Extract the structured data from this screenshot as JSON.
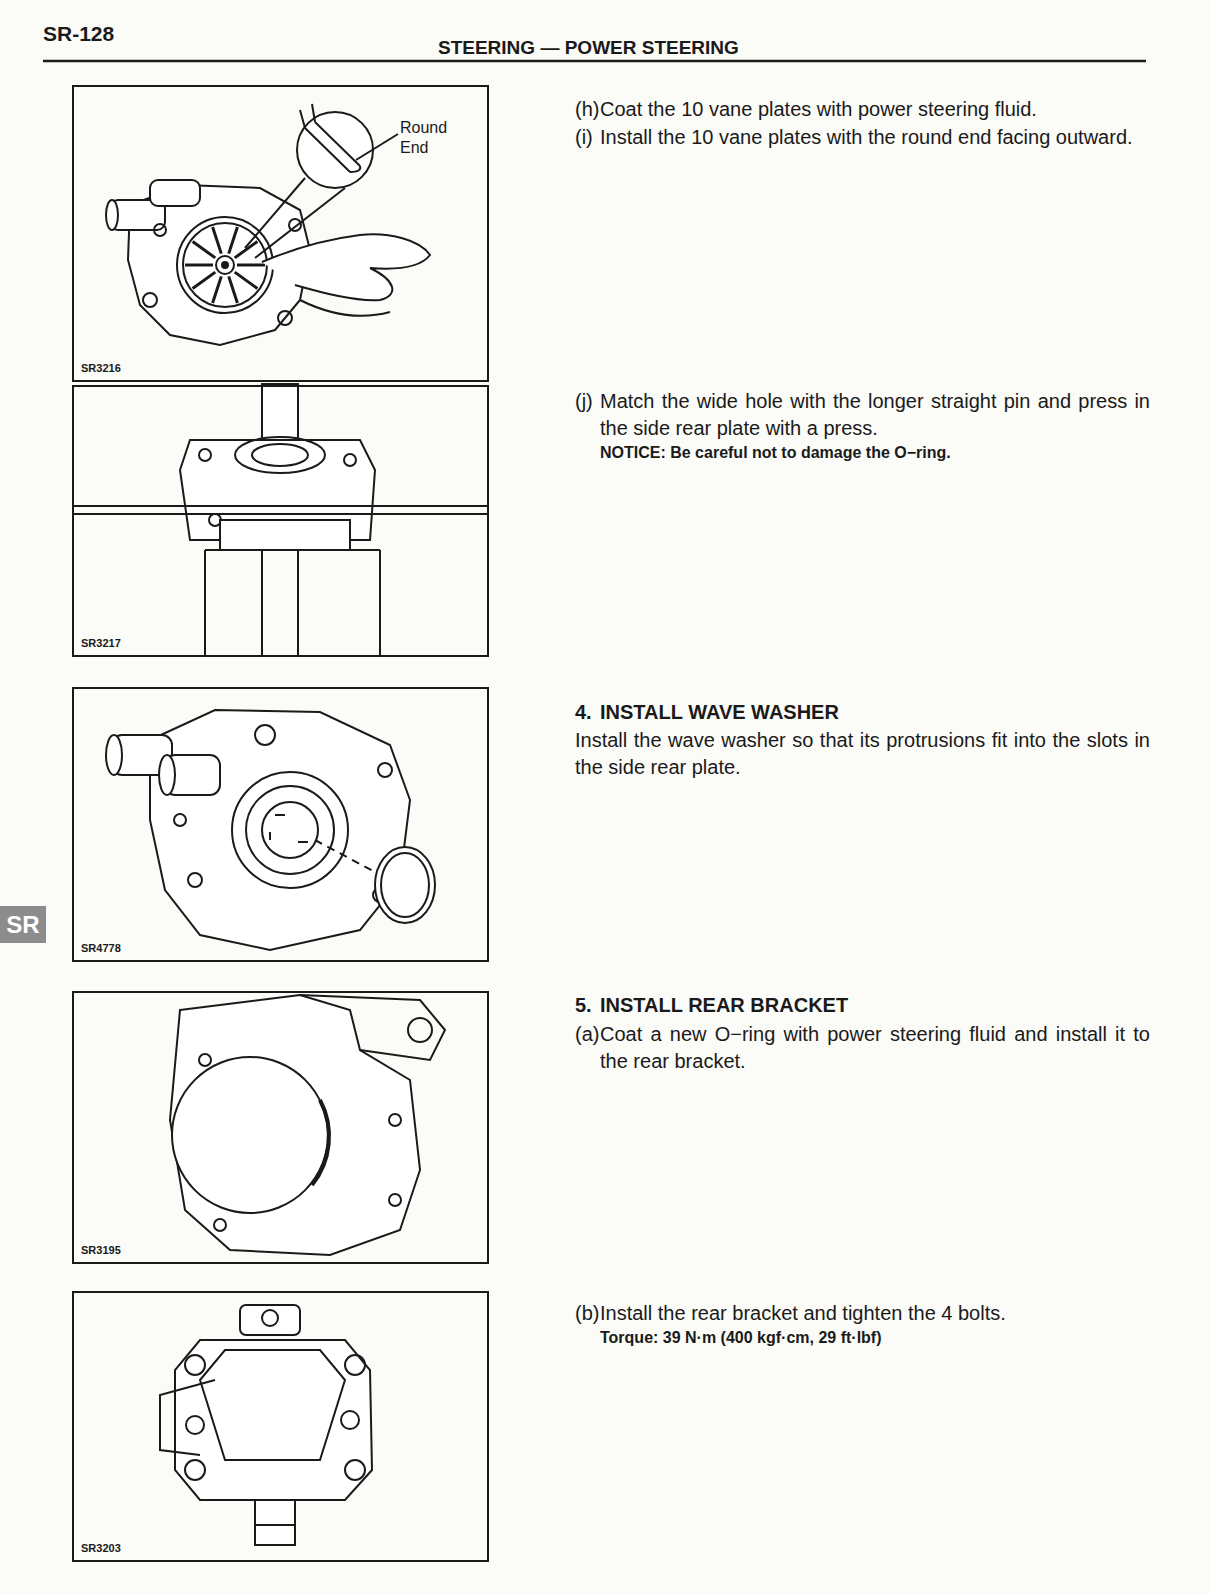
{
  "diagram": {
    "title": "STEERING — POWER STEERING",
    "nodes": [
      {
        "text": [
          "SR3216"
        ]
      },
      {
        "text": [
          "SR3217"
        ]
      },
      {
        "text": [
          "SR4778"
        ]
      },
      {
        "text": [
          "SR3195"
        ]
      },
      {
        "text": [
          "SR3203"
        ]
      },
      {
        "text": [
          "SR"
        ]
      }
    ],
    "labels": [
      "SR-128",
      "Round End",
      "(h)",
      "Coat the 10 vane plates with power steering fluid.",
      "(i)",
      "Install the 10 vane plates with the round end facing outward.",
      "(j)",
      "Match the wide hole with the longer straight pin and press in the side rear plate with a press.",
      "NOTICE: Be careful not to damage the O−ring.",
      "4.",
      "INSTALL WAVE WASHER",
      "Install the wave washer so that its protrusions fit into the slots in the side rear plate.",
      "5.",
      "INSTALL REAR BRACKET",
      "(a)",
      "Coat a new O−ring with power steering fluid and install it to the rear bracket.",
      "(b)",
      "Install the rear bracket and tighten the 4 bolts.",
      "Torque: 39 N·m (400 kgf·cm, 29 ft·lbf)"
    ]
  }
}
